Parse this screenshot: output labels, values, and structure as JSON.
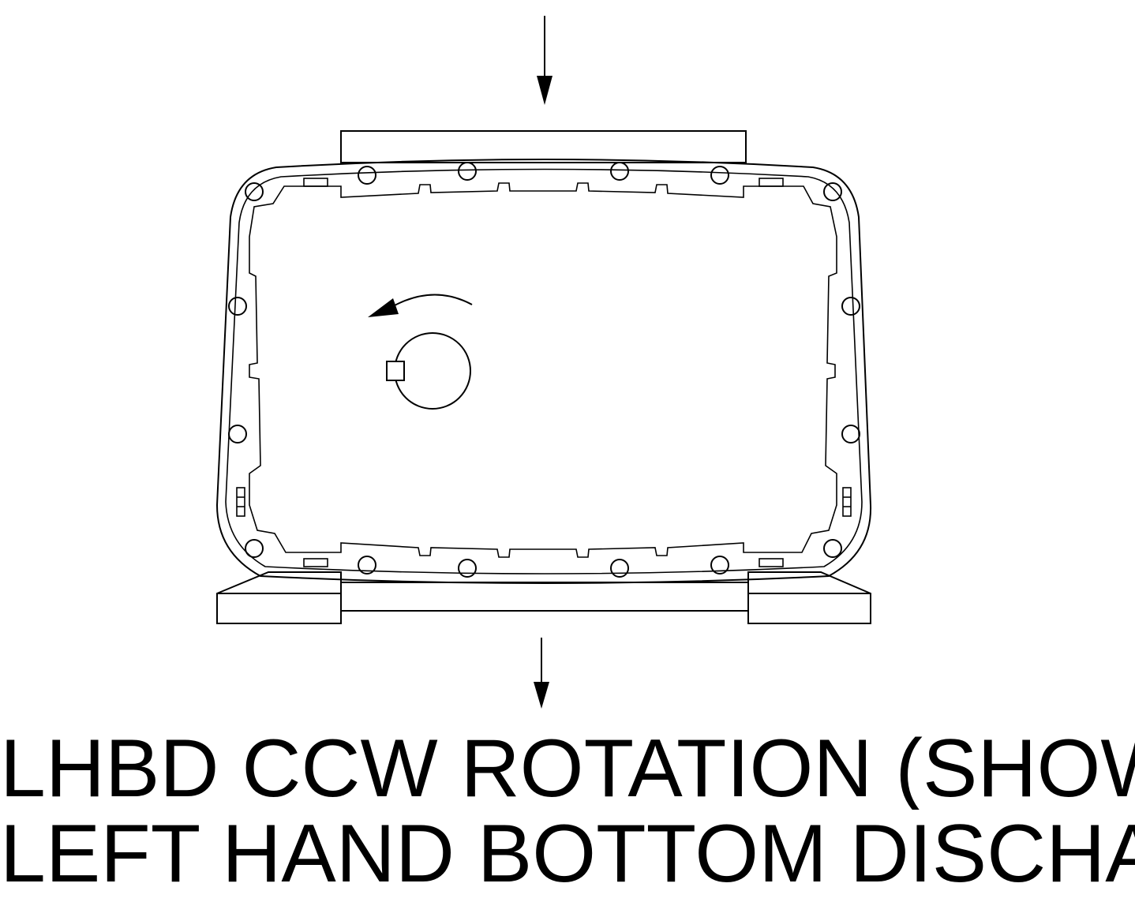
{
  "caption": {
    "line1": "LHBD CCW ROTATION (SHOWN)",
    "line2": "LEFT HAND BOTTOM DISCHARGE"
  },
  "diagram": {
    "rotation": "counter-clockwise",
    "flow": "top-inlet-to-bottom-discharge",
    "colors": {
      "line": "#000000",
      "background": "#ffffff"
    }
  }
}
